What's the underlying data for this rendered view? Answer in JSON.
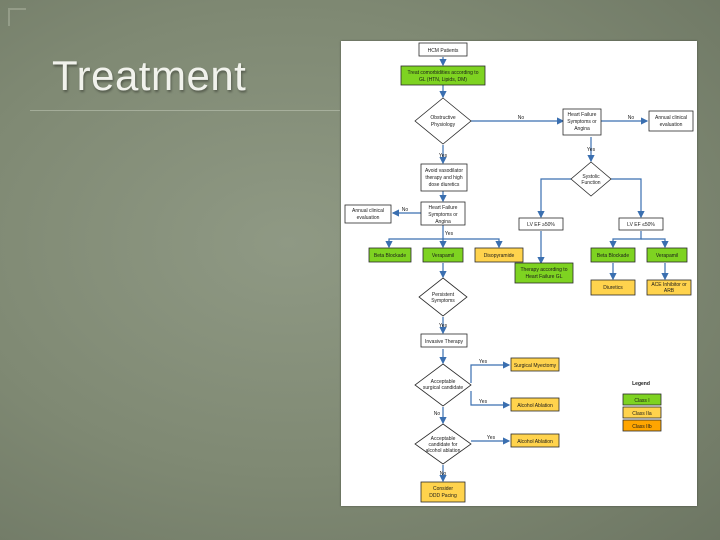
{
  "slide": {
    "title": "Treatment"
  },
  "colors": {
    "class1": "#7ed321",
    "class2a": "#ffd34d",
    "class2b": "#ffa500",
    "box_fill": "#ffffff",
    "stroke": "#2a2a2a",
    "arrow": "#3a6fb0"
  },
  "flowchart": {
    "hcm": "HCM Patients",
    "treat": [
      "Treat comorbidities according to",
      "GL (HTN, Lipids, DM)"
    ],
    "obstructive": [
      "Obstructive",
      "Physiology"
    ],
    "no1": "No",
    "hf_symptoms_top": [
      "Heart Failure",
      "Symptoms or",
      "Angina"
    ],
    "no2": "No",
    "annual_right": [
      "Annual clinical",
      "evaluation"
    ],
    "yes1": "Yes",
    "avoid": [
      "Avoid vasodilator",
      "therapy and high",
      "dose diuretics"
    ],
    "yes2": "Yes",
    "systolic": [
      "Systolic",
      "Function"
    ],
    "annual_left": [
      "Annual clinical",
      "evaluation"
    ],
    "no3": "No",
    "hf_symptoms_left": [
      "Heart Failure",
      "Symptoms or",
      "Angina"
    ],
    "lvef_hi": "LV EF ≥50%",
    "lvef_lo": "LV EF ≤50%",
    "yes3": "Yes",
    "beta_left": "Beta Blockade",
    "verapamil_left": "Verapamil",
    "disopyramide": "Disopyramide",
    "therapy_hf": [
      "Therapy according to",
      "Heart Failure GL"
    ],
    "beta_right": "Beta Blockade",
    "verapamil_right": "Verapamil",
    "diuretics": "Diuretics",
    "ace": [
      "ACE Inhibitor or",
      "ARB"
    ],
    "persistent": [
      "Persistent",
      "Symptoms"
    ],
    "yes4": "Yes",
    "invasive": "Invasive Therapy",
    "yes5": "Yes",
    "surgical_q": [
      "Acceptable",
      "surgical candidate"
    ],
    "myectomy": "Surgical Myectomy",
    "yes6": "Yes",
    "alcohol": "Alcohol Ablation",
    "no4": "No",
    "yes7": "Yes",
    "alcohol_q": [
      "Acceptable",
      "candidate for",
      "alcohol ablation"
    ],
    "no_ablation": "Alcohol Ablation",
    "no5": "No",
    "pacing": [
      "Consider",
      "DDD Pacing"
    ],
    "legend_title": "Legend",
    "legend": [
      "Class I",
      "Class IIa",
      "Class IIb"
    ]
  }
}
